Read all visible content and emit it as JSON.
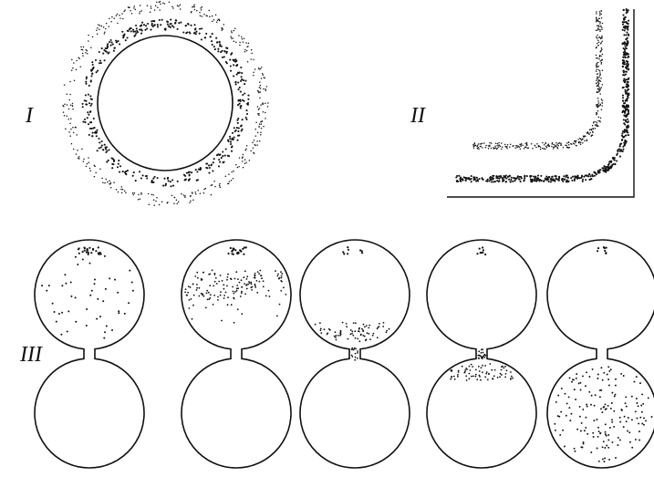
{
  "labels": {
    "fig1": "I",
    "fig2": "II",
    "fig3": "III"
  },
  "colors": {
    "ink": "#111111",
    "paper": "#ffffff"
  }
}
